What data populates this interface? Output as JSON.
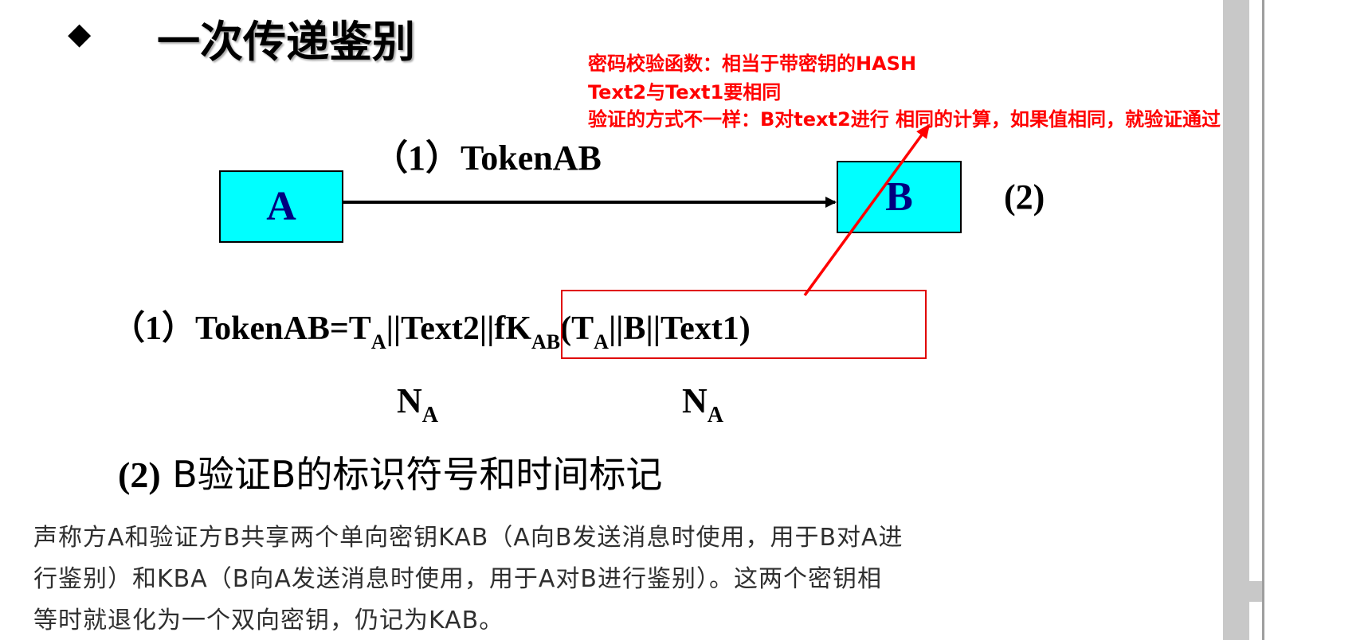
{
  "slide": {
    "bullet": "◆",
    "title": "一次传递鉴别",
    "note_lines": [
      "密码校验函数：相当于带密钥的HASH",
      "Text2与Text1要相同",
      "验证的方式不一样：B对text2进行    相同的计算，如果值相同，就验证通过"
    ],
    "arrow_label": "（1）TokenAB",
    "box_a": "A",
    "box_b": "B",
    "step2_marker": "(2)",
    "formula": {
      "lead": "（1）TokenAB=T",
      "sub1": "A",
      "mid1": "||Text2||fK",
      "sub2": "AB",
      "mid2": "(T",
      "sub3": "A",
      "tail": "||B||Text1)"
    },
    "na_left": {
      "base": "N",
      "sub": "A"
    },
    "na_right": {
      "base": "N",
      "sub": "A"
    },
    "step2": {
      "lead": "(2)",
      "text": "B验证B的标识符号和时间标记"
    },
    "paragraph": [
      "声称方A和验证方B共享两个单向密钥KAB（A向B发送消息时使用，用于B对A进",
      "行鉴别）和KBA（B向A发送消息时使用，用于A对B进行鉴别）。这两个密钥相",
      "等时就退化为一个双向密钥，仍记为KAB。"
    ]
  },
  "colors": {
    "box_fill": "#00ffff",
    "box_text": "#000080",
    "annotation": "#ff0000",
    "paragraph_text": "#2f2f2f"
  }
}
